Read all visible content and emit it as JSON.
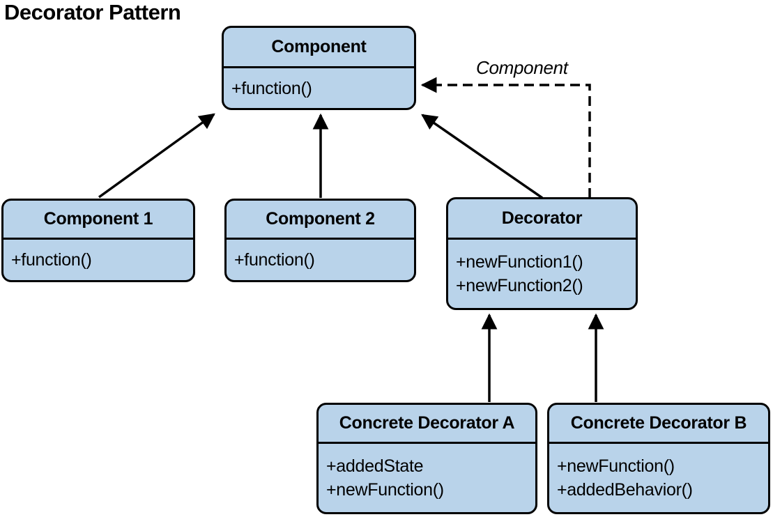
{
  "title": "Decorator Pattern",
  "colors": {
    "background": "#FFFFFF",
    "box_fill": "#B9D3EA",
    "box_border": "#000000",
    "line_color": "#000000"
  },
  "nodes": {
    "component": {
      "title": "Component",
      "attrs": [
        "+function()"
      ]
    },
    "component1": {
      "title": "Component 1",
      "attrs": [
        "+function()"
      ]
    },
    "component2": {
      "title": "Component 2",
      "attrs": [
        "+function()"
      ]
    },
    "decorator": {
      "title": "Decorator",
      "attrs": [
        "+newFunction1()",
        "+newFunction2()"
      ]
    },
    "concrete_a": {
      "title": "Concrete Decorator A",
      "attrs": [
        "+addedState",
        "+newFunction()"
      ]
    },
    "concrete_b": {
      "title": "Concrete Decorator B",
      "attrs": [
        "+newFunction()",
        "+addedBehavior()"
      ]
    }
  },
  "edges": {
    "reference_label": "Component",
    "relations": [
      {
        "from": "Component 1",
        "to": "Component",
        "type": "solid-arrow"
      },
      {
        "from": "Component 2",
        "to": "Component",
        "type": "solid-arrow"
      },
      {
        "from": "Decorator",
        "to": "Component",
        "type": "solid-arrow"
      },
      {
        "from": "Decorator",
        "to": "Component",
        "type": "dashed-arrow",
        "label": "Component"
      },
      {
        "from": "Concrete Decorator A",
        "to": "Decorator",
        "type": "solid-arrow"
      },
      {
        "from": "Concrete Decorator B",
        "to": "Decorator",
        "type": "solid-arrow"
      }
    ]
  }
}
